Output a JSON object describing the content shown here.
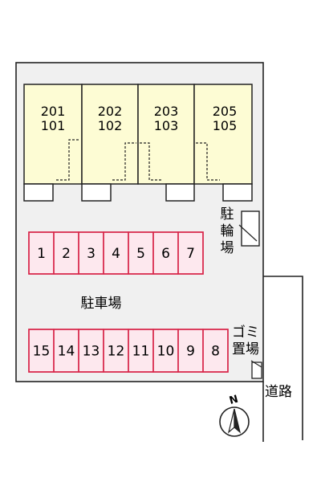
{
  "colors": {
    "lot": "#f0f0f0",
    "building": "#fdfcd4",
    "space_fill": "#fde8ee",
    "space_stroke": "#d8264a",
    "line": "#222222"
  },
  "buildings": [
    {
      "upper": "201",
      "lower": "101"
    },
    {
      "upper": "202",
      "lower": "102"
    },
    {
      "upper": "203",
      "lower": "103"
    },
    {
      "upper": "205",
      "lower": "105"
    }
  ],
  "parking_top": [
    "1",
    "2",
    "3",
    "4",
    "5",
    "6",
    "7"
  ],
  "parking_bottom": [
    "15",
    "14",
    "13",
    "12",
    "11",
    "10",
    "9",
    "8"
  ],
  "labels": {
    "bicycle_1": "駐",
    "bicycle_2": "輪",
    "bicycle_3": "場",
    "parking": "駐車場",
    "garbage_1": "ゴミ",
    "garbage_2": "置場",
    "road": "道路",
    "north": "N"
  },
  "icons": {
    "compass": "north-arrow-icon"
  }
}
